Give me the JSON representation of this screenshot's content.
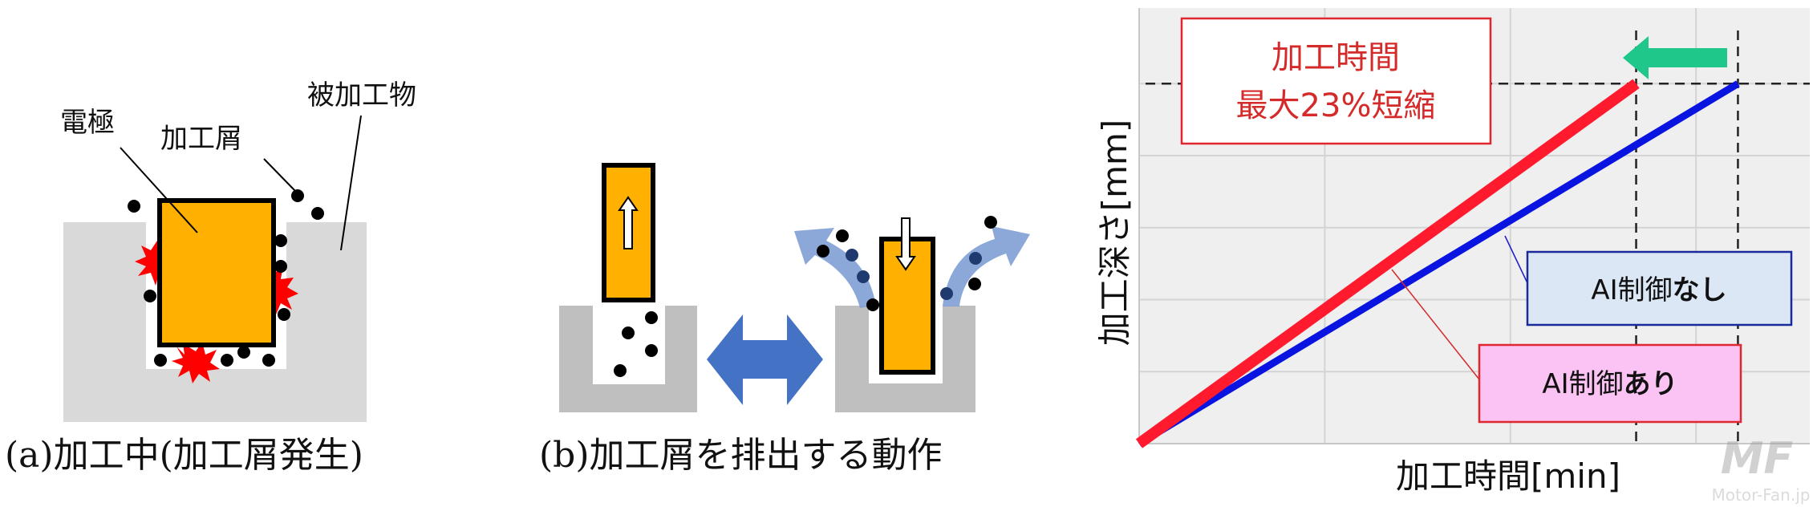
{
  "panel_a": {
    "caption": "(a)加工中(加工屑発生)",
    "label_electrode": "電極",
    "label_chips": "加工屑",
    "label_workpiece": "被加工物"
  },
  "panel_b": {
    "caption": "(b)加工屑を排出する動作"
  },
  "colors": {
    "electrode": "#ffb000",
    "workpiece": "#d9d9d9",
    "spark": "#ff0000",
    "double_arrow": "#4472c4",
    "flow_arrow": "#7f9fd4",
    "with_ai": "#ff1a2e",
    "without_ai": "#0a14e0",
    "reduction_arrow": "#1fc78a"
  },
  "watermark": {
    "logo": "MF",
    "site": "Motor-Fan.jp"
  },
  "chart_data": {
    "type": "line",
    "title": "",
    "xlabel": "加工時間[min]",
    "ylabel": "加工深さ[mm]",
    "xlim": [
      0,
      1.12
    ],
    "ylim": [
      0,
      1.21
    ],
    "grid": true,
    "x_grid": [
      0.31,
      0.62,
      0.93
    ],
    "y_grid": [
      0.2,
      0.4,
      0.6,
      0.8,
      1.0
    ],
    "target_depth": 1.0,
    "series": [
      {
        "name": "AI制御あり",
        "label_prefix": "AI制御",
        "label_suffix": "あり",
        "x": [
          0,
          0.83
        ],
        "y": [
          0,
          1.0
        ]
      },
      {
        "name": "AI制御なし",
        "label_prefix": "AI制御",
        "label_suffix": "なし",
        "x": [
          0,
          1.0
        ],
        "y": [
          0,
          1.0
        ]
      }
    ],
    "annotation": {
      "line1": "加工時間",
      "line2": "最大23%短縮"
    }
  }
}
